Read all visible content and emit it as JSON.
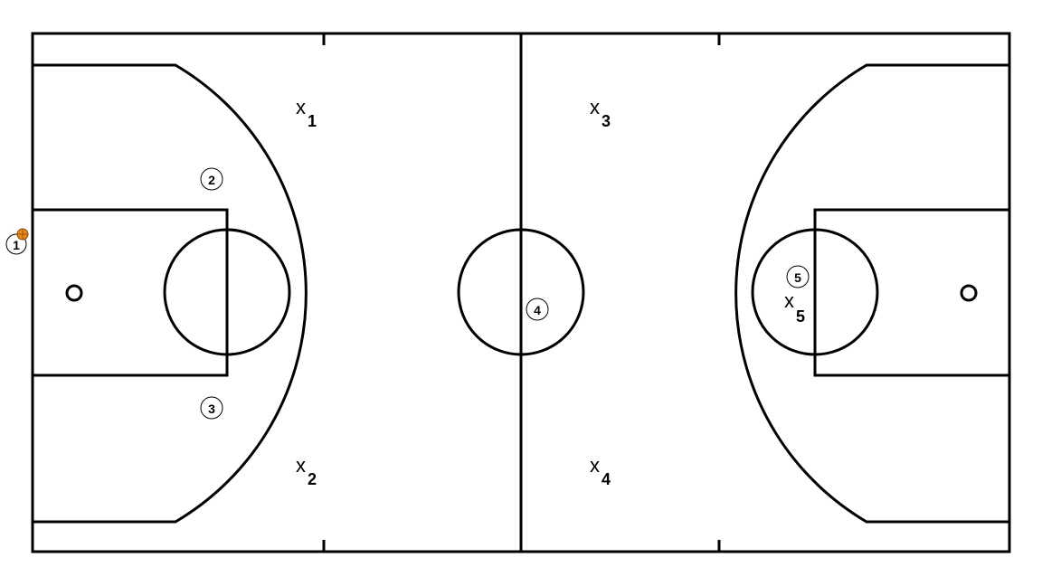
{
  "offense": [
    {
      "id": "o1",
      "label": "1",
      "has_ball": true
    },
    {
      "id": "o2",
      "label": "2",
      "has_ball": false
    },
    {
      "id": "o3",
      "label": "3",
      "has_ball": false
    },
    {
      "id": "o4",
      "label": "4",
      "has_ball": false
    },
    {
      "id": "o5",
      "label": "5",
      "has_ball": false
    }
  ],
  "defense": [
    {
      "id": "d1",
      "mark": "x",
      "number": "1"
    },
    {
      "id": "d2",
      "mark": "x",
      "number": "2"
    },
    {
      "id": "d3",
      "mark": "x",
      "number": "3"
    },
    {
      "id": "d4",
      "mark": "x",
      "number": "4"
    },
    {
      "id": "d5",
      "mark": "x",
      "number": "5"
    }
  ],
  "colors": {
    "lines": "#000000",
    "background": "#ffffff",
    "ball": "#e8891c"
  }
}
